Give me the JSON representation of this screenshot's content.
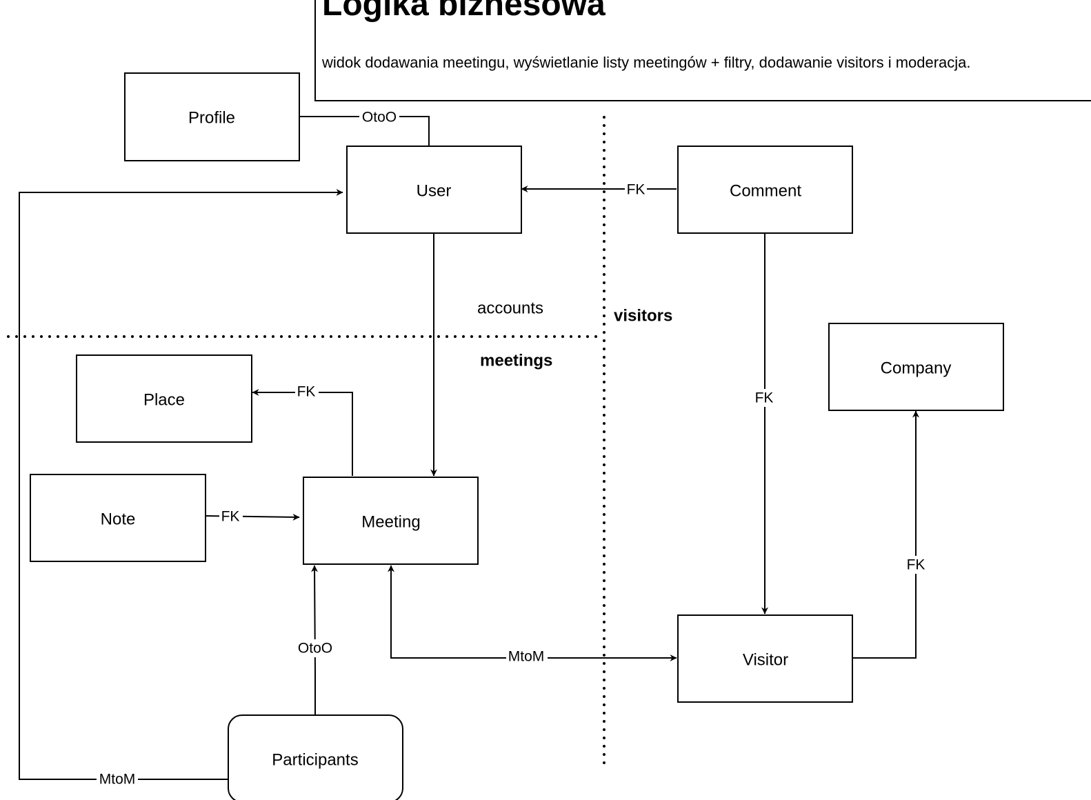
{
  "header": {
    "title": "Logika biznesowa",
    "description": "widok dodawania meetingu, wyświetlanie listy meetingów + filtry, dodawanie visitors i moderacja."
  },
  "areas": {
    "accounts": "accounts",
    "visitors": "visitors",
    "meetings": "meetings"
  },
  "entities": {
    "profile": "Profile",
    "user": "User",
    "comment": "Comment",
    "company": "Company",
    "place": "Place",
    "note": "Note",
    "meeting": "Meeting",
    "visitor": "Visitor",
    "participants": "Participants"
  },
  "relations": {
    "profile_user": "OtoO",
    "comment_user": "FK",
    "meeting_place": "FK",
    "note_meeting": "FK",
    "comment_visitor": "FK",
    "visitor_company": "FK",
    "participants_meeting": "OtoO",
    "meeting_visitor": "MtoM",
    "participants_user": "MtoM"
  },
  "colors": {
    "stroke": "#000000",
    "background": "#ffffff"
  }
}
